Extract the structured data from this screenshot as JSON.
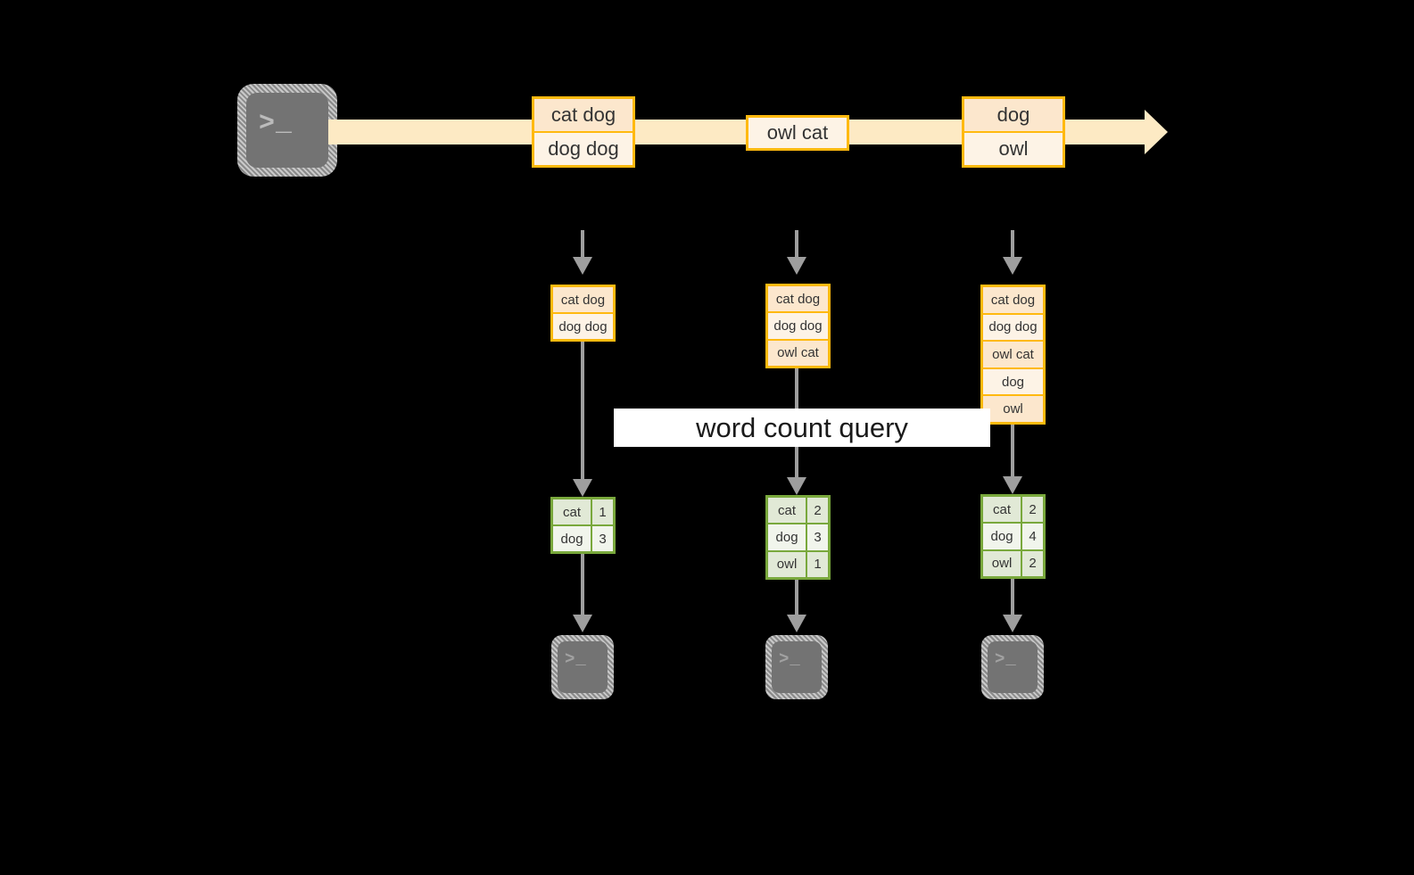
{
  "diagram": {
    "title": "word count query",
    "colors": {
      "background": "#000000",
      "stream_band": "#fdeac4",
      "box_border": "#ffb90f",
      "box_fill_light": "#fdf3e6",
      "box_fill_dark": "#fce7cd",
      "table_border": "#79a83c",
      "table_fill_light": "#f1f5ec",
      "table_fill_dark": "#e1e9d6",
      "connector": "#9e9e9e",
      "icon_fill": "#737373",
      "label_bg": "#ffffff"
    },
    "source": {
      "icon": "terminal-icon",
      "glyph": ">_"
    },
    "stream": {
      "arrow": "right-arrow",
      "events": [
        {
          "lines": [
            "cat dog",
            "dog dog"
          ]
        },
        {
          "lines": [
            "owl cat"
          ]
        },
        {
          "lines": [
            "dog",
            "owl"
          ]
        }
      ]
    },
    "query_label": "word count query",
    "snapshots": [
      {
        "id": "snapshot-1",
        "input_rows": [
          "cat dog",
          "dog dog"
        ],
        "result_header": null,
        "result_rows": [
          {
            "word": "cat",
            "count": "1"
          },
          {
            "word": "dog",
            "count": "3"
          }
        ],
        "sink": {
          "icon": "terminal-icon",
          "glyph": ">_"
        }
      },
      {
        "id": "snapshot-2",
        "input_rows": [
          "cat dog",
          "dog dog",
          "owl cat"
        ],
        "result_header": null,
        "result_rows": [
          {
            "word": "cat",
            "count": "2"
          },
          {
            "word": "dog",
            "count": "3"
          },
          {
            "word": "owl",
            "count": "1"
          }
        ],
        "sink": {
          "icon": "terminal-icon",
          "glyph": ">_"
        }
      },
      {
        "id": "snapshot-3",
        "input_rows": [
          "cat dog",
          "dog dog",
          "owl cat",
          "dog",
          "owl"
        ],
        "result_header": null,
        "result_rows": [
          {
            "word": "cat",
            "count": "2"
          },
          {
            "word": "dog",
            "count": "4"
          },
          {
            "word": "owl",
            "count": "2"
          }
        ],
        "sink": {
          "icon": "terminal-icon",
          "glyph": ">_"
        }
      }
    ]
  }
}
